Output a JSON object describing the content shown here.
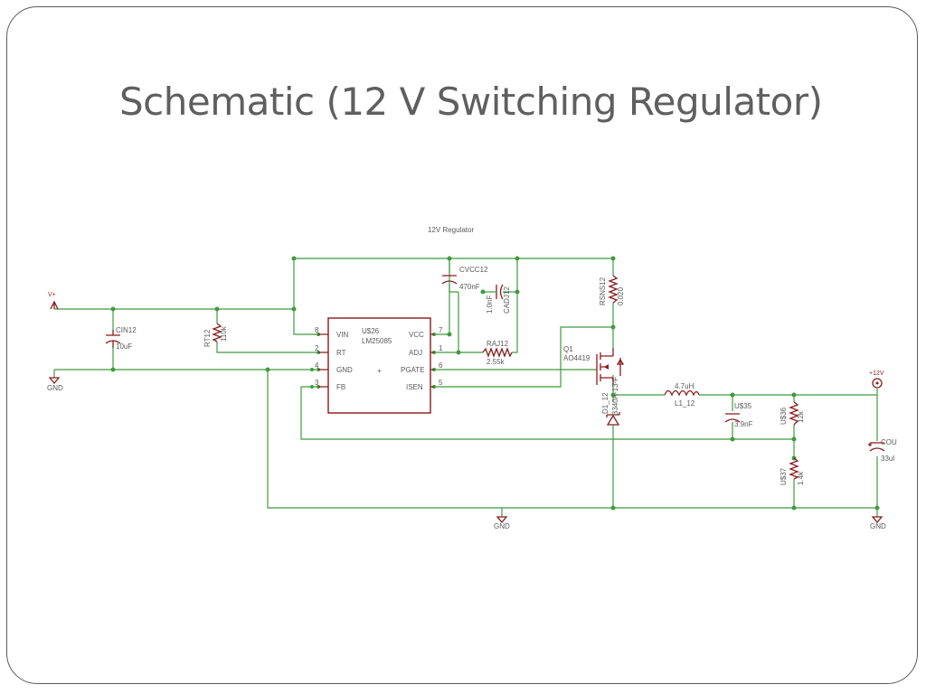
{
  "slide": {
    "title": "Schematic (12 V Switching Regulator)"
  },
  "schematic": {
    "header": "12V Regulator",
    "ic": {
      "ref": "U$26",
      "part": "LM25085",
      "plus": "+",
      "pins_left": [
        {
          "num": "8",
          "name": "VIN"
        },
        {
          "num": "2",
          "name": "RT"
        },
        {
          "num": "4",
          "name": "GND"
        },
        {
          "num": "3",
          "name": "FB"
        }
      ],
      "pins_right": [
        {
          "num": "7",
          "name": "VCC"
        },
        {
          "num": "1",
          "name": "ADJ"
        },
        {
          "num": "6",
          "name": "PGATE"
        },
        {
          "num": "5",
          "name": "ISEN"
        }
      ]
    },
    "components": {
      "vplus": "V+",
      "gnd": "GND",
      "cin_ref": "CIN12",
      "cin_val": "10uF",
      "rt_ref": "RT12",
      "rt_val": "110k",
      "cvcc_ref": "CVCC12",
      "cvcc_val": "470nF",
      "cadj_ref": "CADJ12",
      "cadj_val": "1.0nF",
      "raj_ref": "RAJ12",
      "raj_val": "2.55k",
      "rsns_ref": "RSNS12",
      "rsns_val": "0.020",
      "q_ref": "Q1",
      "q_val": "AO4419",
      "d_ref": "D1_12",
      "d_val": "B340A-13-F",
      "l_val": "4.7uH",
      "l_ref": "L1_12",
      "c35_ref": "U$35",
      "c35_val": "3.9nF",
      "r36_ref": "U$36",
      "r36_val": "12k",
      "r37_ref": "U$37",
      "r37_val": "1.4k",
      "cout_ref": "COU",
      "cout_val": "33ul",
      "out_label": "+12V"
    }
  }
}
